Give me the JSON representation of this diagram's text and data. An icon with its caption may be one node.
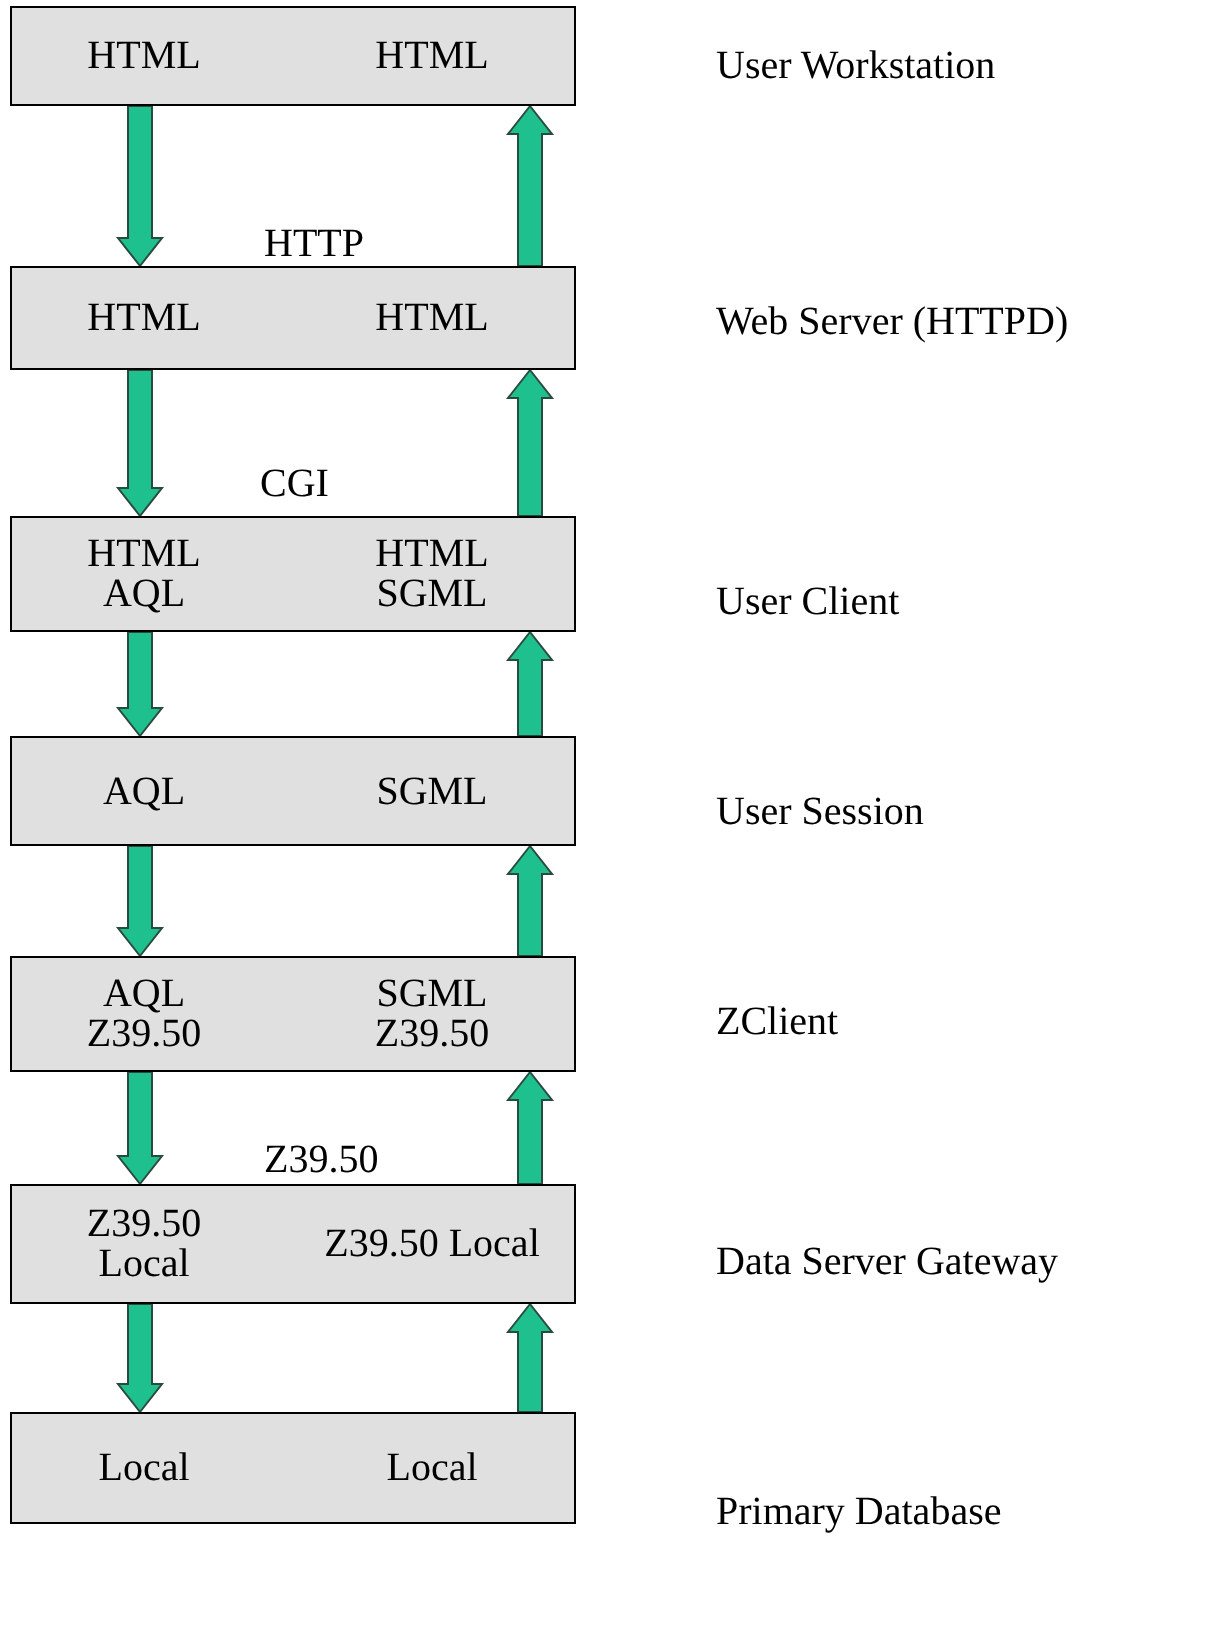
{
  "diagram": {
    "nodes": [
      {
        "text": [
          "HTML",
          "HTML"
        ],
        "beside": [
          "User Workstation"
        ]
      },
      {
        "text": [
          "HTML",
          "HTML"
        ],
        "beside": [
          "Web Server (HTTPD)"
        ]
      },
      {
        "text": [
          "HTML AQL",
          "HTML SGML"
        ],
        "beside": [
          "User Client"
        ]
      },
      {
        "text": [
          "AQL",
          "SGML"
        ],
        "beside": [
          "User Session"
        ]
      },
      {
        "text": [
          "AQL Z39.50",
          "SGML Z39.50"
        ],
        "beside": [
          "ZClient"
        ]
      },
      {
        "text": [
          "Z39.50 Local",
          "Z39.50 Local"
        ],
        "beside": [
          "Data Server Gateway"
        ]
      },
      {
        "text": [
          "Local",
          "Local"
        ],
        "beside": [
          "Primary Database"
        ]
      }
    ],
    "edges": [
      {
        "from": 0,
        "to": 1,
        "arrow": "to"
      },
      {
        "from": 1,
        "to": 0,
        "arrow": "to"
      },
      {
        "from": 1,
        "to": 2,
        "arrow": "to"
      },
      {
        "from": 2,
        "to": 1,
        "arrow": "to"
      },
      {
        "from": 2,
        "to": 3,
        "arrow": "to"
      },
      {
        "from": 3,
        "to": 2,
        "arrow": "to"
      },
      {
        "from": 3,
        "to": 4,
        "arrow": "to"
      },
      {
        "from": 4,
        "to": 3,
        "arrow": "to"
      },
      {
        "from": 4,
        "to": 5,
        "arrow": "to"
      },
      {
        "from": 5,
        "to": 4,
        "arrow": "to"
      },
      {
        "from": 5,
        "to": 6,
        "arrow": "to"
      },
      {
        "from": 6,
        "to": 5,
        "arrow": "to"
      }
    ],
    "labels": [
      "HTTP",
      "CGI",
      "Z39.50"
    ]
  }
}
